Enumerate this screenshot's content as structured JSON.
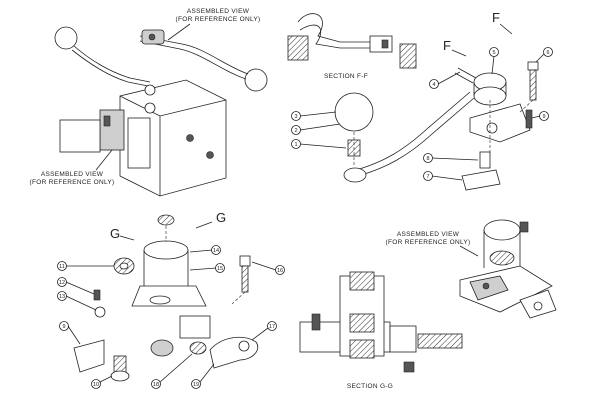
{
  "captions": {
    "assembled_top": [
      "ASSEMBLED VIEW",
      "(FOR REFERENCE ONLY)"
    ],
    "assembled_left": [
      "ASSEMBLED VIEW",
      "(FOR REFERENCE ONLY)"
    ],
    "assembled_right": [
      "ASSEMBLED VIEW",
      "(FOR REFERENCE ONLY)"
    ],
    "section_ff": "SECTION F-F",
    "section_gg": "SECTION G-G"
  },
  "section_marks": {
    "f_top": "F",
    "f_left": "F",
    "g_left": "G",
    "g_right": "G"
  },
  "callouts_top_right": [
    "1",
    "2",
    "3",
    "4",
    "5",
    "6",
    "7",
    "8",
    "9"
  ],
  "callouts_bottom_left": [
    "9",
    "10",
    "11",
    "12",
    "13",
    "14",
    "15",
    "16",
    "17",
    "18",
    "19"
  ]
}
